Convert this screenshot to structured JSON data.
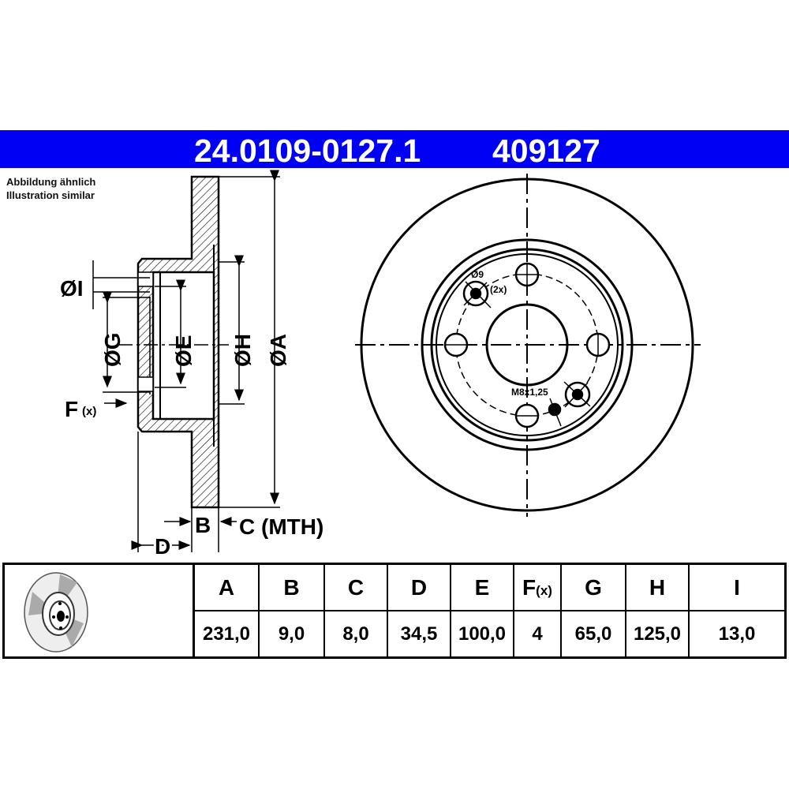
{
  "header": {
    "part_number": "24.0109-0127.1",
    "article_number": "409127",
    "band_color": "#0000f5"
  },
  "note": {
    "line1": "Abbildung ähnlich",
    "line2": "Illustration similar"
  },
  "side_view_labels": {
    "I": "ØI",
    "G": "ØG",
    "E": "ØE",
    "H": "ØH",
    "A": "ØA",
    "F": "F",
    "F_suffix": "(x)",
    "B": "B",
    "C": "C (MTH)",
    "D": "D"
  },
  "front_view_labels": {
    "hole_diameter": "Ø9",
    "hole_count": "(2x)",
    "thread": "M8x1,25"
  },
  "spec_table": {
    "headers": [
      "A",
      "B",
      "C",
      "D",
      "E",
      "F",
      "G",
      "H",
      "I"
    ],
    "f_suffix": "(x)",
    "values": [
      "231,0",
      "9,0",
      "8,0",
      "34,5",
      "100,0",
      "4",
      "65,0",
      "125,0",
      "13,0"
    ]
  }
}
